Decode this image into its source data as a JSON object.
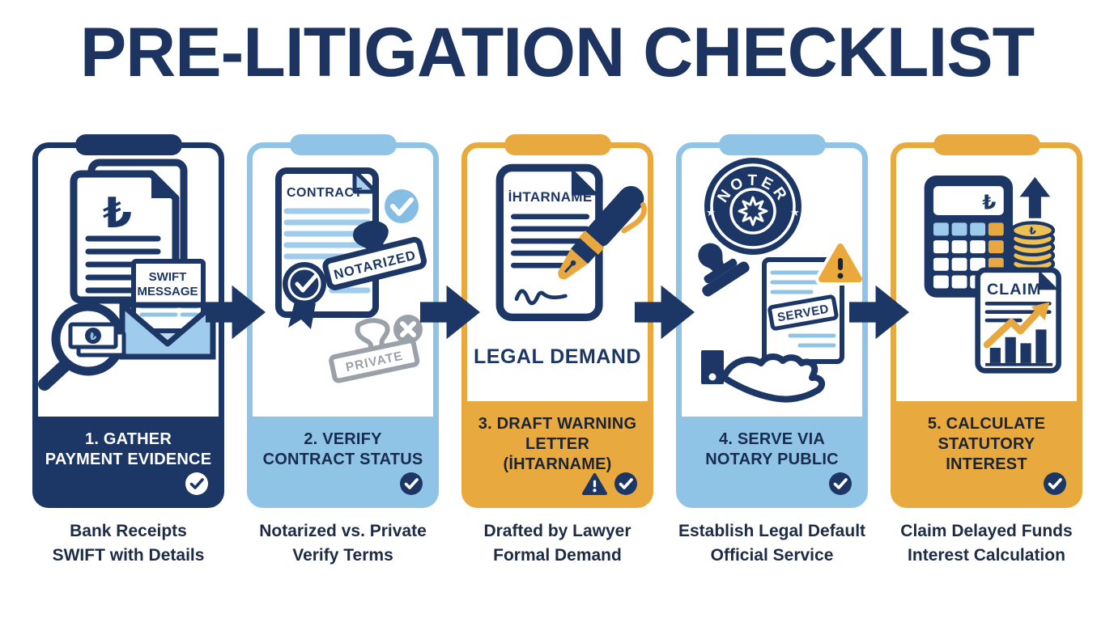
{
  "page": {
    "title": "PRE-LITIGATION CHECKLIST"
  },
  "palette": {
    "navy": "#1c3766",
    "dark_text": "#1d2b45",
    "light_blue": "#8fc4e7",
    "pale_blue": "#bcd9f0",
    "orange": "#e8a93e",
    "gold": "#eec054",
    "gray": "#9aa1a9",
    "background": "#ffffff"
  },
  "steps": [
    {
      "footer_title": "1. GATHER PAYMENT EVIDENCE",
      "caption_line1": "Bank Receipts",
      "caption_line2": "SWIFT with Details",
      "icon": {
        "doc_currency": "₺",
        "letter_line1": "SWIFT",
        "letter_line2": "MESSAGE",
        "banknote_currency": "₺"
      }
    },
    {
      "footer_title": "2. VERIFY CONTRACT STATUS",
      "caption_line1": "Notarized vs. Private",
      "caption_line2": "Verify Terms",
      "icon": {
        "doc_title": "CONTRACT",
        "approved_stamp": "NOTARIZED",
        "rejected_stamp": "PRIVATE"
      }
    },
    {
      "footer_title": "3. DRAFT WARNING LETTER (İHTARNAME)",
      "caption_line1": "Drafted by Lawyer",
      "caption_line2": "Formal Demand",
      "icon": {
        "doc_title": "İHTARNAME",
        "subtitle": "LEGAL DEMAND"
      }
    },
    {
      "footer_title": "4. SERVE VIA NOTARY PUBLIC",
      "caption_line1": "Establish Legal Default",
      "caption_line2": "Official Service",
      "icon": {
        "seal_text": "NOTER",
        "seal_star": "★",
        "stamp_text": "SERVED"
      }
    },
    {
      "footer_title": "5. CALCULATE STATUTORY INTEREST",
      "caption_line1": "Claim Delayed Funds",
      "caption_line2": "Interest Calculation",
      "icon": {
        "display_currency": "₺",
        "coin_currency": "₺",
        "doc_title": "CLAIM"
      }
    }
  ]
}
